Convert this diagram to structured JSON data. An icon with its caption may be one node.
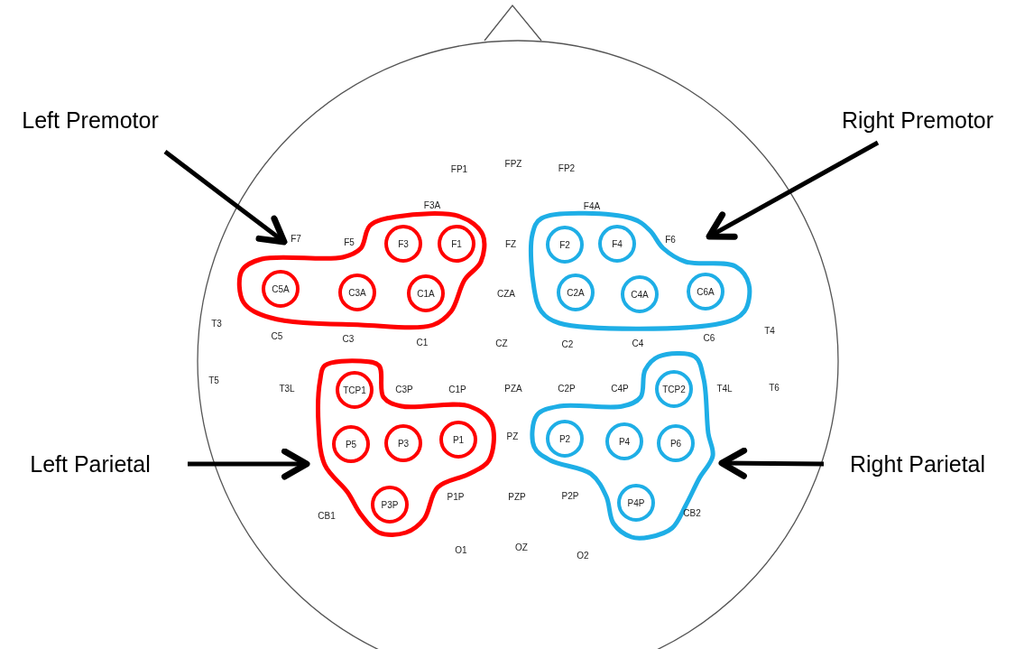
{
  "diagram": {
    "nodes": [
      {
        "text": [
          "Left Premotor"
        ]
      },
      {
        "text": [
          "Right Premotor"
        ]
      },
      {
        "text": [],
        "shape": "outline"
      },
      {
        "text": [
          "F3"
        ],
        "in": 2
      },
      {
        "text": [
          "F1"
        ],
        "in": 2
      },
      {
        "text": [
          "C5A"
        ],
        "in": 2
      },
      {
        "text": [
          "C3A"
        ],
        "in": 2
      },
      {
        "text": [
          "C1A"
        ],
        "in": 2
      },
      {
        "text": [],
        "shape": "outline"
      },
      {
        "text": [
          "F2"
        ],
        "in": 8
      },
      {
        "text": [
          "F4"
        ],
        "in": 8
      },
      {
        "text": [
          "C2A"
        ],
        "in": 8
      },
      {
        "text": [
          "C4A"
        ],
        "in": 8
      },
      {
        "text": [
          "C6A"
        ],
        "in": 8
      },
      {
        "text": [
          "Left Parietal"
        ]
      },
      {
        "text": [
          "Right Parietal"
        ]
      },
      {
        "text": [],
        "shape": "outline"
      },
      {
        "text": [
          "TCP1"
        ],
        "in": 16
      },
      {
        "text": [
          "P5"
        ],
        "in": 16
      },
      {
        "text": [
          "P3"
        ],
        "in": 16
      },
      {
        "text": [
          "P1"
        ],
        "in": 16
      },
      {
        "text": [
          "P3P"
        ],
        "in": 16
      },
      {
        "text": [],
        "shape": "outline"
      },
      {
        "text": [
          "TCP2"
        ],
        "in": 22
      },
      {
        "text": [
          "P2"
        ],
        "in": 22
      },
      {
        "text": [
          "P4"
        ],
        "in": 22
      },
      {
        "text": [
          "P6"
        ],
        "in": 22
      },
      {
        "text": [
          "P4P"
        ],
        "in": 22
      }
    ],
    "edges": [
      {
        "from": 0,
        "to": 2,
        "arrow": "to"
      },
      {
        "from": 1,
        "to": 8,
        "arrow": "to"
      },
      {
        "from": 14,
        "to": 16,
        "arrow": "to"
      },
      {
        "from": 15,
        "to": 22,
        "arrow": "to"
      }
    ],
    "labels": [
      "FPZ",
      "FP1",
      "FP2",
      "F4A",
      "F3A",
      "F6",
      "F7",
      "FZ",
      "F5",
      "CZA",
      "T4",
      "C6",
      "T3",
      "C5",
      "C3",
      "C1",
      "CZ",
      "C2",
      "C4",
      "T6",
      "T5",
      "T3L",
      "C3P",
      "C1P",
      "PZA",
      "C2P",
      "C4P",
      "T4L",
      "PZ",
      "CB2",
      "PZP",
      "P2P",
      "P1P",
      "CB1",
      "O2",
      "OZ",
      "O1"
    ]
  }
}
